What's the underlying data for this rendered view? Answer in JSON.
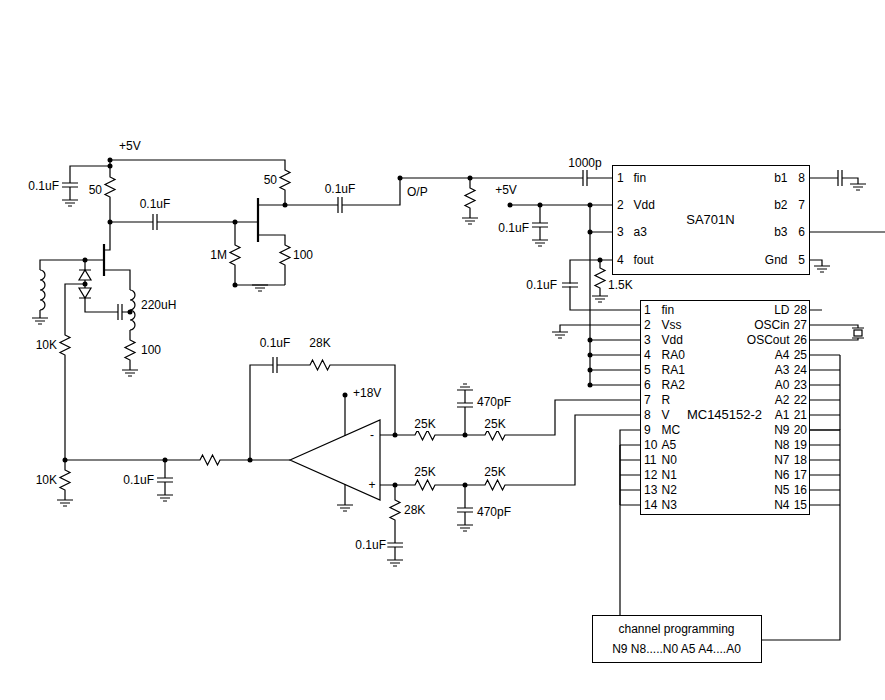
{
  "diagram": {
    "nodes": [
      {
        "text": [
          "SA701N",
          "fin",
          "Vdd",
          "a3",
          "fout",
          "b1",
          "b2",
          "b3",
          "Gnd"
        ]
      },
      {
        "text": [
          "MC145152-2",
          "fin",
          "Vss",
          "Vdd",
          "RA0",
          "RA1",
          "RA2",
          "R",
          "V",
          "MC",
          "A5",
          "N0",
          "N1",
          "N2",
          "N3",
          "LD",
          "OSCin",
          "OSCout",
          "A4",
          "A3",
          "A0",
          "A2",
          "A1",
          "N9",
          "N8",
          "N7",
          "N6",
          "N5",
          "N4"
        ]
      },
      {
        "text": [
          "channel programming",
          "N9 N8.....N0 A5 A4....A0"
        ]
      }
    ],
    "edges": [
      {
        "from": 0,
        "to": 1,
        "arrow": "none"
      },
      {
        "from": 2,
        "to": 1,
        "arrow": "none"
      },
      {
        "from": 2,
        "to": 1,
        "arrow": "none"
      }
    ],
    "labels": [
      "+5V",
      "0.1uF",
      "50",
      "0.1uF",
      "50",
      "1M",
      "100",
      "0.1uF",
      "O/P",
      "10K",
      "220uH",
      "100",
      "10K",
      "0.1uF",
      "0.1uF",
      "28K",
      "+18V",
      "470pF",
      "25K",
      "25K",
      "25K",
      "25K",
      "28K",
      "470pF",
      "0.1uF",
      "1000p",
      "+5V",
      "0.1uF",
      "0.1uF",
      "1.5K",
      "1",
      "2",
      "3",
      "4",
      "8",
      "7",
      "6",
      "5",
      "1",
      "2",
      "3",
      "4",
      "5",
      "6",
      "7",
      "8",
      "9",
      "10",
      "11",
      "12",
      "13",
      "14",
      "28",
      "27",
      "26",
      "25",
      "24",
      "23",
      "22",
      "21",
      "20",
      "19",
      "18",
      "17",
      "16",
      "15",
      "-",
      "+"
    ]
  }
}
